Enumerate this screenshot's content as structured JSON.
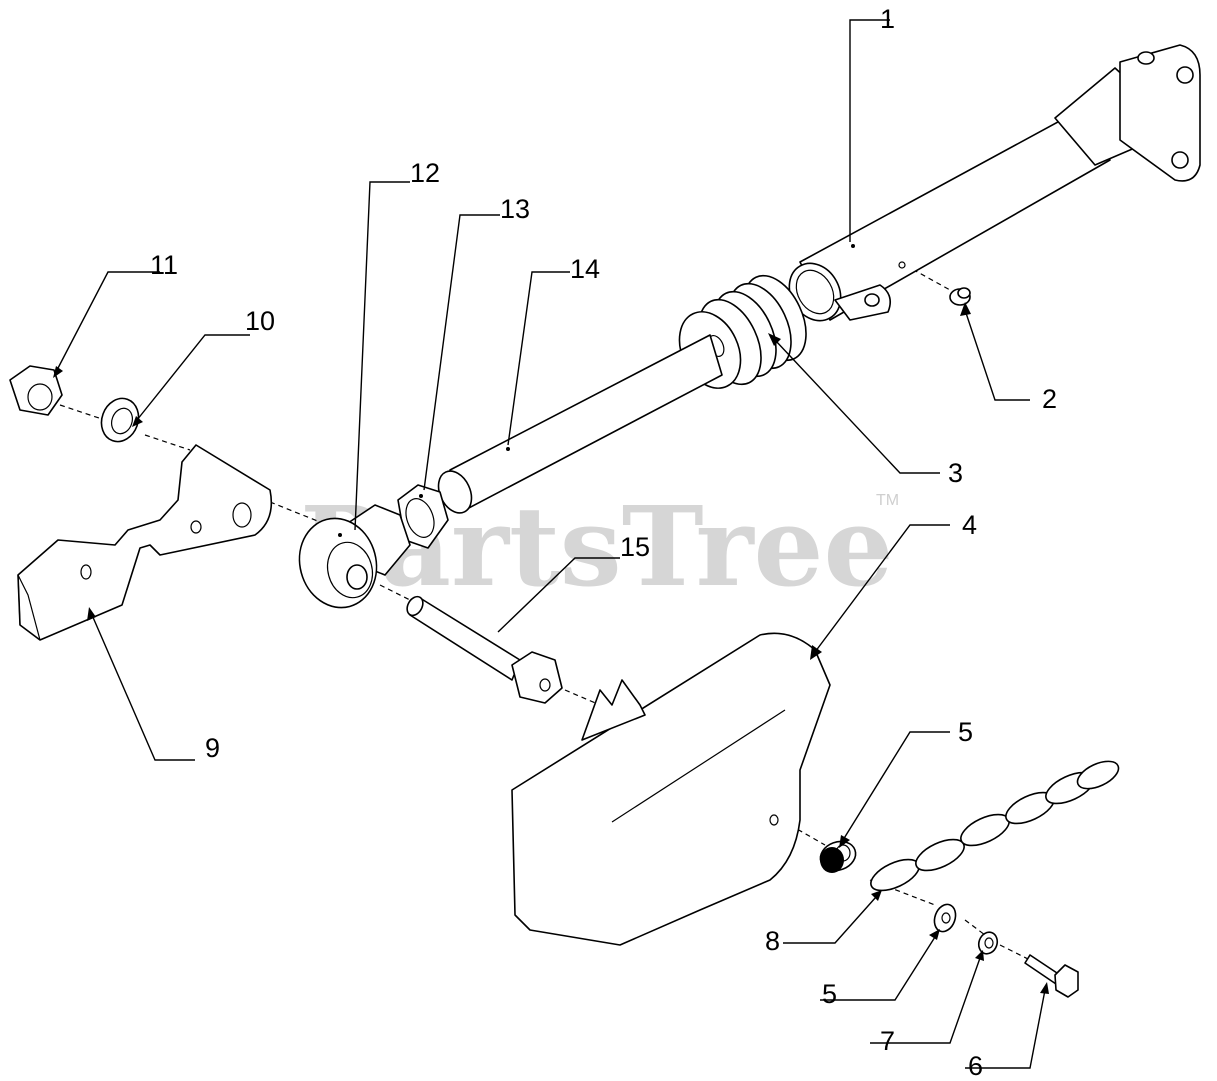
{
  "watermark": {
    "text": "PartsTree",
    "trademark": "TM"
  },
  "callouts": [
    {
      "id": "callout-1",
      "label": "1"
    },
    {
      "id": "callout-2",
      "label": "2"
    },
    {
      "id": "callout-3",
      "label": "3"
    },
    {
      "id": "callout-4",
      "label": "4"
    },
    {
      "id": "callout-5a",
      "label": "5"
    },
    {
      "id": "callout-5b",
      "label": "5"
    },
    {
      "id": "callout-6",
      "label": "6"
    },
    {
      "id": "callout-7",
      "label": "7"
    },
    {
      "id": "callout-8",
      "label": "8"
    },
    {
      "id": "callout-9",
      "label": "9"
    },
    {
      "id": "callout-10",
      "label": "10"
    },
    {
      "id": "callout-11",
      "label": "11"
    },
    {
      "id": "callout-12",
      "label": "12"
    },
    {
      "id": "callout-13",
      "label": "13"
    },
    {
      "id": "callout-14",
      "label": "14"
    },
    {
      "id": "callout-15",
      "label": "15"
    }
  ]
}
